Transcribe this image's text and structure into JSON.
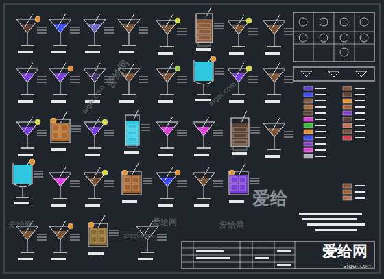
{
  "diagram": {
    "labels": [
      "爱给网",
      "aigei.com",
      "爱给网",
      "aigei.com",
      "爱给网",
      "爱给",
      "爱给网",
      "aigei.com",
      "爱给网",
      "aigei.com"
    ]
  }
}
